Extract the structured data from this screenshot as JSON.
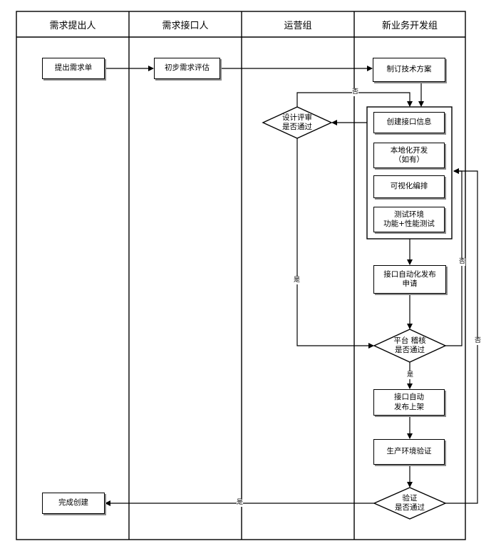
{
  "lanes": [
    "需求提出人",
    "需求接口人",
    "运营组",
    "新业务开发组"
  ],
  "nodes": {
    "submit": "提出需求单",
    "prelim": "初步需求评估",
    "plan": "制订技术方案",
    "create_api": "创建接口信息",
    "local_dev": "本地化开发\n（如有）",
    "visual": "可视化编排",
    "test": "测试环境\n功能+性能测试",
    "apply": "接口自动化发布\n申请",
    "auto_publish": "接口自动\n发布上架",
    "prod_verify": "生产环境验证",
    "done": "完成创建",
    "design_review": "设计评审\n是否通过",
    "platform_review": "平台 稽核\n是否通过",
    "verify_pass": "验证\n是否通过"
  },
  "edge_labels": {
    "design_no": "否",
    "design_yes": "是",
    "platform_no": "否",
    "platform_yes": "是",
    "verify_no": "否",
    "verify_yes": "是"
  }
}
